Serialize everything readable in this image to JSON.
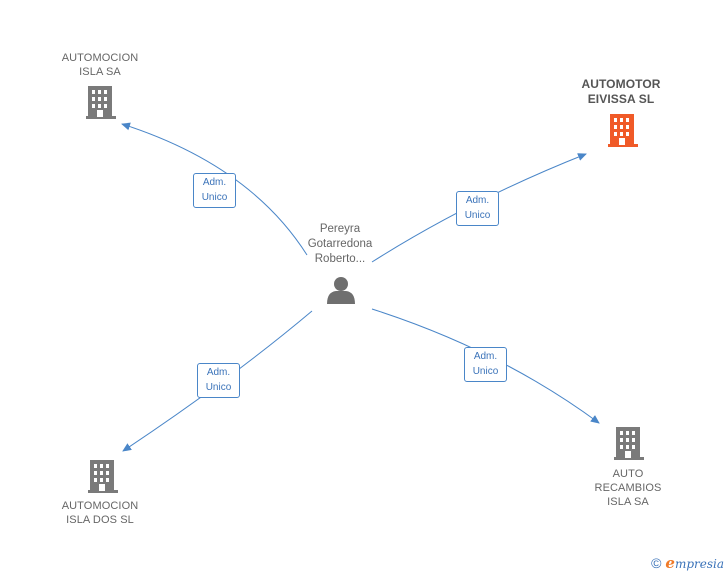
{
  "center": {
    "name": "Pereyra\nGotarredona\nRoberto..."
  },
  "companies": [
    {
      "id": "c1",
      "name": "AUTOMOCION\nISLA SA",
      "highlight": false
    },
    {
      "id": "c2",
      "name": "AUTOMOTOR\nEIVISSA SL",
      "highlight": true
    },
    {
      "id": "c3",
      "name": "AUTOMOCION\nISLA DOS SL",
      "highlight": false
    },
    {
      "id": "c4",
      "name": "AUTO\nRECAMBIOS\nISLA SA",
      "highlight": false
    }
  ],
  "relations": [
    {
      "to": "c1",
      "label": "Adm.\nUnico"
    },
    {
      "to": "c2",
      "label": "Adm.\nUnico"
    },
    {
      "to": "c3",
      "label": "Adm.\nUnico"
    },
    {
      "to": "c4",
      "label": "Adm.\nUnico"
    }
  ],
  "colors": {
    "building": "#7a7a7a",
    "building_highlight": "#f05a28",
    "edge": "#4a86c8",
    "person": "#6f6f6f"
  },
  "footer": {
    "copyright_symbol": "©",
    "brand_initial": "e",
    "brand_rest": "mpresia"
  }
}
